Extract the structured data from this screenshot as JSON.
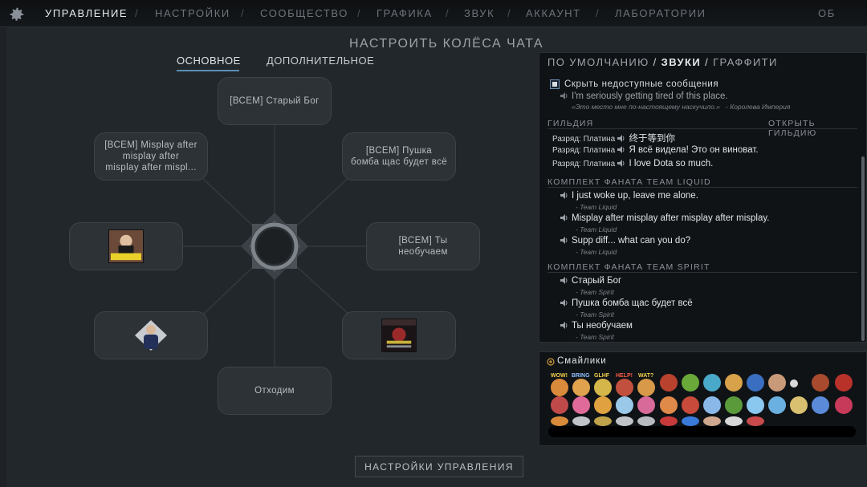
{
  "topnav": {
    "items": [
      "УПРАВЛЕНИЕ",
      "НАСТРОЙКИ",
      "СООБЩЕСТВО",
      "ГРАФИКА",
      "ЗВУК",
      "АККАУНТ",
      "ЛАБОРАТОРИИ"
    ],
    "separator": "/",
    "right": "ОБ ИГРЕ"
  },
  "wheel": {
    "title": "НАСТРОИТЬ КОЛЁСА ЧАТА",
    "tabs": [
      "ОСНОВНОЕ",
      "ДОПОЛНИТЕЛЬНОЕ"
    ],
    "slots": {
      "top": "[ВСЕМ] Старый Бог",
      "top_right": "[ВСЕМ] Пушка\nбомба щас будет всё",
      "right": "[ВСЕМ] Ты\nнеобучаем",
      "bottom": "Отходим",
      "top_left": "[ВСЕМ] Misplay after\nmisplay after\nmisplay after mispl..."
    },
    "settings_button": "НАСТРОЙКИ УПРАВЛЕНИЯ"
  },
  "phrases": {
    "tabs": [
      "ПО УМОЛЧАНИЮ",
      "ЗВУКИ",
      "ГРАФФИТИ"
    ],
    "hide_unavailable": "Скрыть недоступные сообщения",
    "top_item": {
      "text": "I'm seriously getting tired of this place.",
      "sub": "«Это место мне по-настоящему наскучило.»",
      "author": "- Королева Империя"
    },
    "guild": {
      "header": "ГИЛЬДИЯ",
      "open": "ОТКРЫТЬ ГИЛЬДИЮ",
      "rows": [
        {
          "rank": "Разряд: Платина",
          "text": "终于等到你"
        },
        {
          "rank": "Разряд: Платина",
          "text": "Я всё видела! Это он виноват."
        },
        {
          "rank": "Разряд: Платина",
          "text": "I love Dota so much."
        }
      ]
    },
    "liquid": {
      "header": "КОМПЛЕКТ ФАНАТА TEAM LIQUID",
      "rows": [
        {
          "text": "I just woke up, leave me alone.",
          "sub": "- Team Liquid"
        },
        {
          "text": "Misplay after misplay after misplay after misplay.",
          "sub": "- Team Liquid"
        },
        {
          "text": "Supp diff... what can you do?",
          "sub": "- Team Liquid"
        }
      ]
    },
    "spirit": {
      "header": "КОМПЛЕКТ ФАНАТА TEAM SPIRIT",
      "rows": [
        {
          "text": "Старый Бог",
          "sub": "- Team Spirit"
        },
        {
          "text": "Пушка бомба щас будет всё",
          "sub": "- Team Spirit"
        },
        {
          "text": "Ты необучаем",
          "sub": "- Team Spirit"
        }
      ]
    }
  },
  "emoticons": {
    "header": "Смайлики",
    "tags": [
      "WOW!",
      "BRING",
      "GLHF",
      "HELP!",
      "WAT?"
    ]
  },
  "colors": {
    "accent": "#5a8fb3",
    "panel": "#101316",
    "bg": "#22272b"
  }
}
